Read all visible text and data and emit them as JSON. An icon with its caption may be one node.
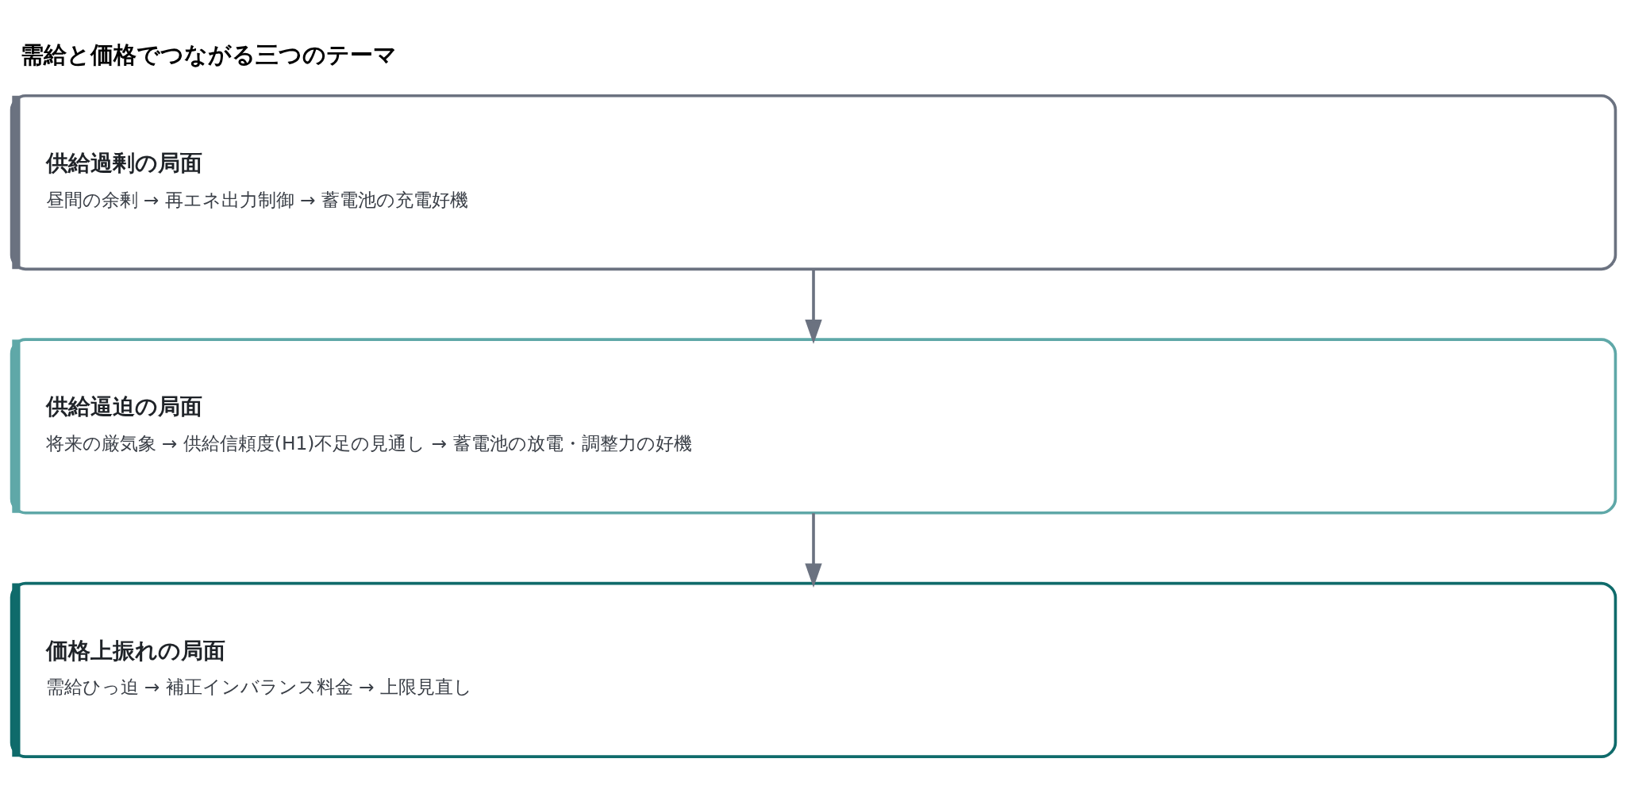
{
  "diagram": {
    "title": "需給と価格でつながる三つのテーマ",
    "nodes": [
      {
        "text": [
          "供給過剰の局面",
          "昼間の余剰 → 再エネ出力制御 → 蓄電池の充電好機"
        ]
      },
      {
        "text": [
          "供給逼迫の局面",
          "将来の厳気象 → 供給信頼度(H1)不足の見通し → 蓄電池の放電・調整力の好機"
        ]
      },
      {
        "text": [
          "価格上振れの局面",
          "需給ひっ迫 → 補正インバランス料金 → 上限見直し"
        ]
      }
    ],
    "edges": [
      {
        "from": 0,
        "to": 1,
        "arrow": "to"
      },
      {
        "from": 1,
        "to": 2,
        "arrow": "to"
      }
    ]
  }
}
